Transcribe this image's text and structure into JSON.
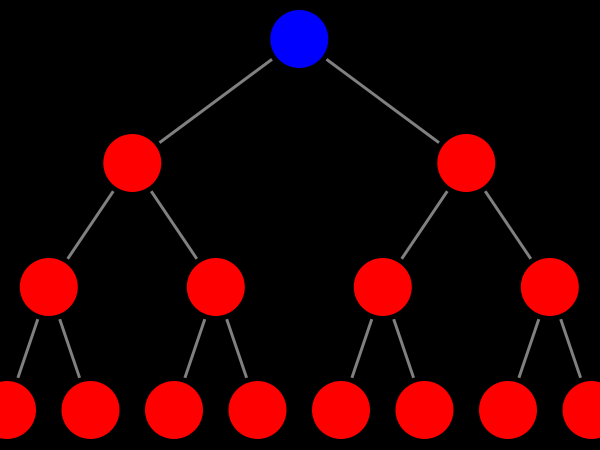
{
  "colors": {
    "background": "#000000",
    "root_fill": "#0000ff",
    "node_fill": "#ff0000",
    "edge_stroke": "#808080"
  },
  "tree": {
    "type": "binary-tree",
    "depth": 4,
    "root": "root",
    "nodes": [
      {
        "id": "root",
        "level": 0,
        "index": 0,
        "role": "highlighted"
      },
      {
        "id": "n1-0",
        "level": 1,
        "index": 0
      },
      {
        "id": "n1-1",
        "level": 1,
        "index": 1
      },
      {
        "id": "n2-0",
        "level": 2,
        "index": 0
      },
      {
        "id": "n2-1",
        "level": 2,
        "index": 1
      },
      {
        "id": "n2-2",
        "level": 2,
        "index": 2
      },
      {
        "id": "n2-3",
        "level": 2,
        "index": 3
      },
      {
        "id": "n3-0",
        "level": 3,
        "index": 0
      },
      {
        "id": "n3-1",
        "level": 3,
        "index": 1
      },
      {
        "id": "n3-2",
        "level": 3,
        "index": 2
      },
      {
        "id": "n3-3",
        "level": 3,
        "index": 3
      },
      {
        "id": "n3-4",
        "level": 3,
        "index": 4
      },
      {
        "id": "n3-5",
        "level": 3,
        "index": 5
      },
      {
        "id": "n3-6",
        "level": 3,
        "index": 6
      },
      {
        "id": "n3-7",
        "level": 3,
        "index": 7
      }
    ],
    "edges": [
      [
        "root",
        "n1-0"
      ],
      [
        "root",
        "n1-1"
      ],
      [
        "n1-0",
        "n2-0"
      ],
      [
        "n1-0",
        "n2-1"
      ],
      [
        "n1-1",
        "n2-2"
      ],
      [
        "n1-1",
        "n2-3"
      ],
      [
        "n2-0",
        "n3-0"
      ],
      [
        "n2-0",
        "n3-1"
      ],
      [
        "n2-1",
        "n3-2"
      ],
      [
        "n2-1",
        "n3-3"
      ],
      [
        "n2-2",
        "n3-4"
      ],
      [
        "n2-2",
        "n3-5"
      ],
      [
        "n2-3",
        "n3-6"
      ],
      [
        "n2-3",
        "n3-7"
      ]
    ]
  }
}
